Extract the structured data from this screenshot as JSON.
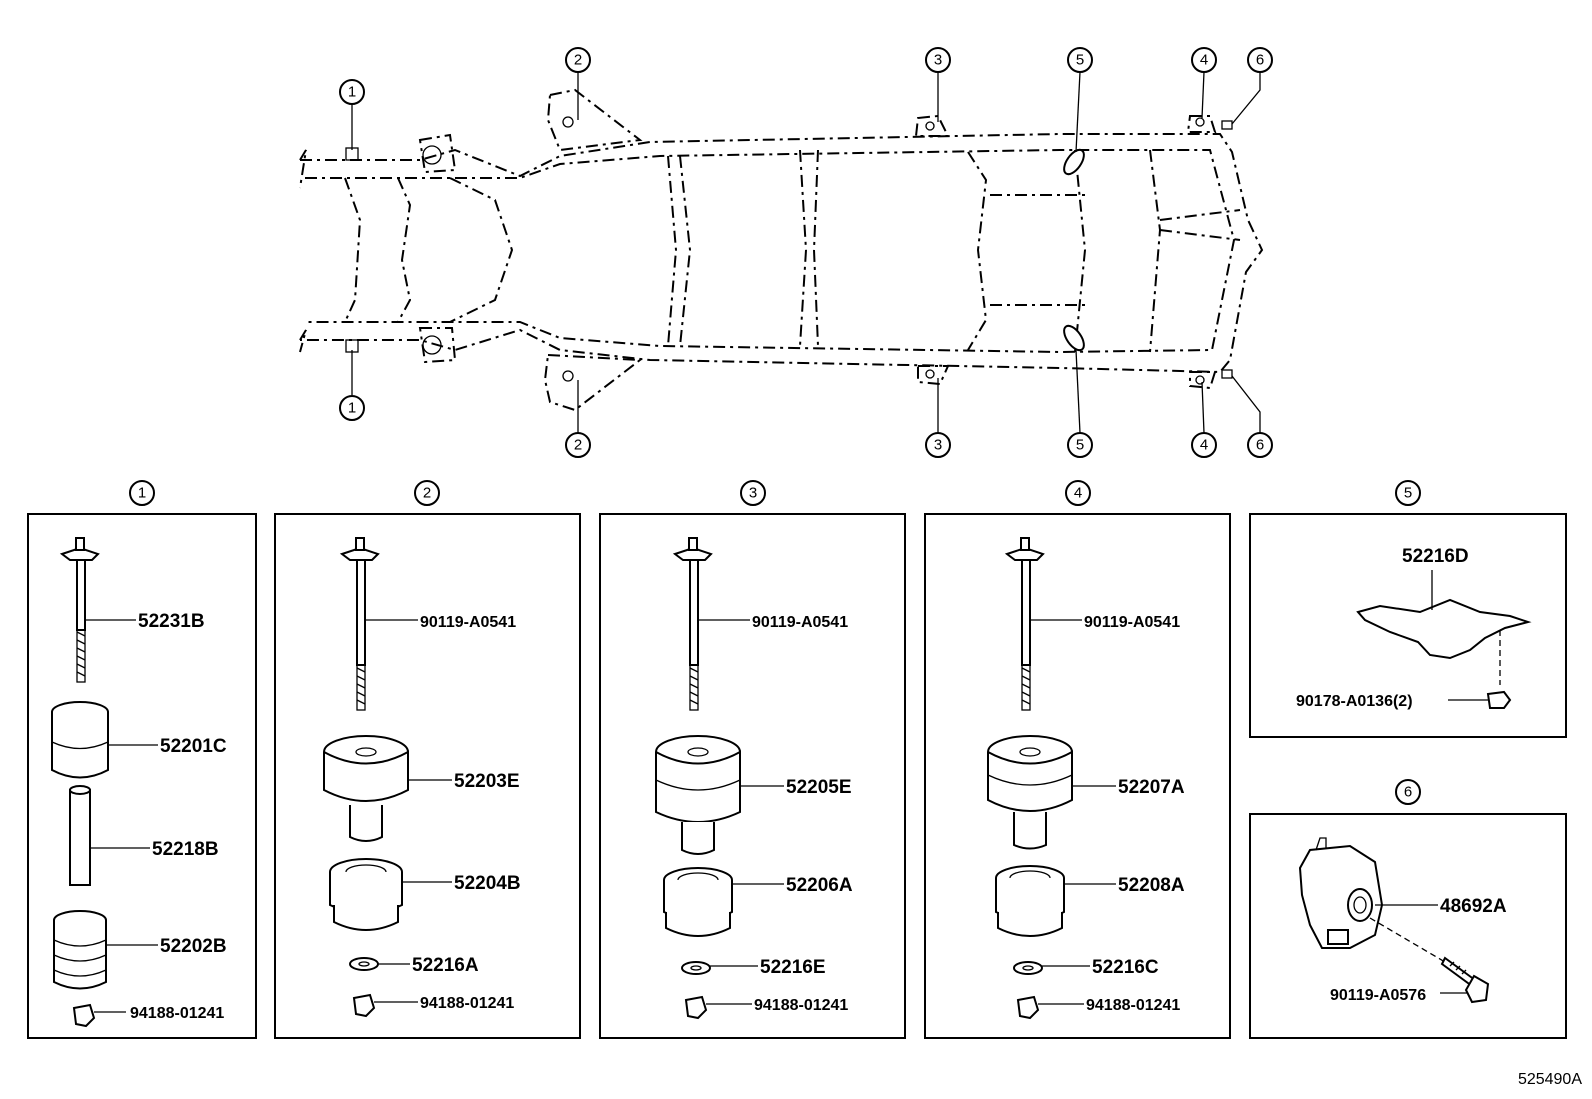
{
  "frame_callouts": {
    "top": [
      "2",
      "3",
      "5",
      "4",
      "6"
    ],
    "bottom": [
      "2",
      "3",
      "5",
      "4",
      "6"
    ],
    "left_top": "1",
    "left_bottom": "1"
  },
  "groups": [
    {
      "id": "1",
      "parts": [
        "52231B",
        "52201C",
        "52218B",
        "52202B",
        "94188-01241"
      ]
    },
    {
      "id": "2",
      "parts": [
        "90119-A0541",
        "52203E",
        "52204B",
        "52216A",
        "94188-01241"
      ]
    },
    {
      "id": "3",
      "parts": [
        "90119-A0541",
        "52205E",
        "52206A",
        "52216E",
        "94188-01241"
      ]
    },
    {
      "id": "4",
      "parts": [
        "90119-A0541",
        "52207A",
        "52208A",
        "52216C",
        "94188-01241"
      ]
    },
    {
      "id": "5",
      "parts": [
        "52216D",
        "90178-A0136(2)"
      ]
    },
    {
      "id": "6",
      "parts": [
        "48692A",
        "90119-A0576"
      ]
    }
  ],
  "diagram_code": "525490A"
}
